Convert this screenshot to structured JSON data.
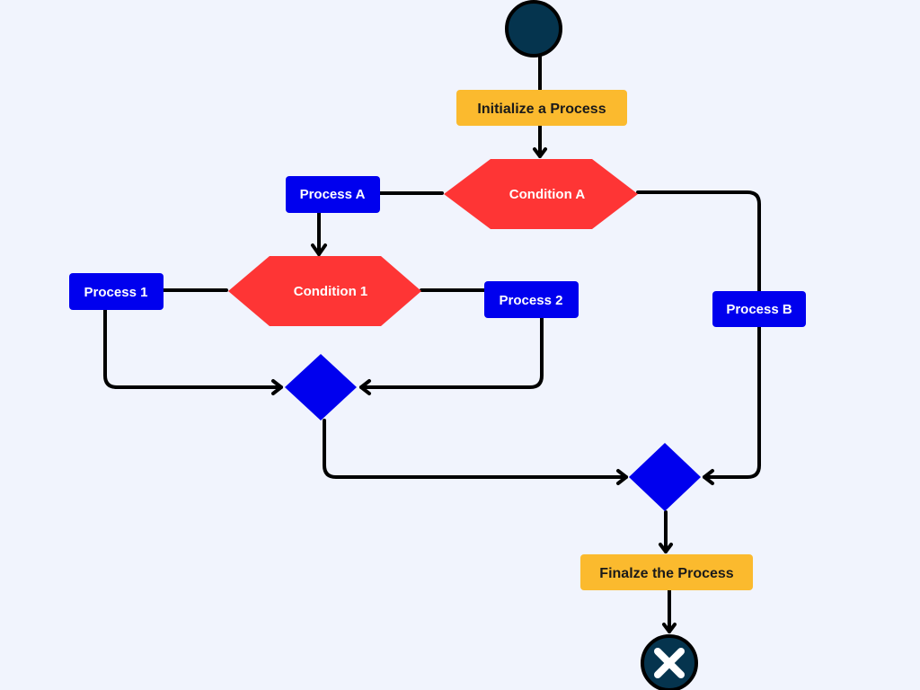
{
  "colors": {
    "background": "#f1f4fd",
    "start_node": "#05344e",
    "action_yellow": "#fbba2e",
    "decision_red": "#fe3535",
    "process_blue": "#0000ee",
    "merge_blue": "#0000ee",
    "connector": "#000000"
  },
  "nodes": {
    "start": {
      "type": "start-node"
    },
    "initialize": {
      "label": "Initialize a Process"
    },
    "condition_a": {
      "label": "Condition A"
    },
    "process_a": {
      "label": "Process A"
    },
    "process_b": {
      "label": "Process B"
    },
    "condition_1": {
      "label": "Condition 1"
    },
    "process_1": {
      "label": "Process 1"
    },
    "process_2": {
      "label": "Process 2"
    },
    "merge_1": {
      "type": "merge-node"
    },
    "merge_2": {
      "type": "merge-node"
    },
    "finalize": {
      "label": "Finalze the Process"
    },
    "end": {
      "type": "end-node",
      "icon": "x-icon"
    }
  }
}
